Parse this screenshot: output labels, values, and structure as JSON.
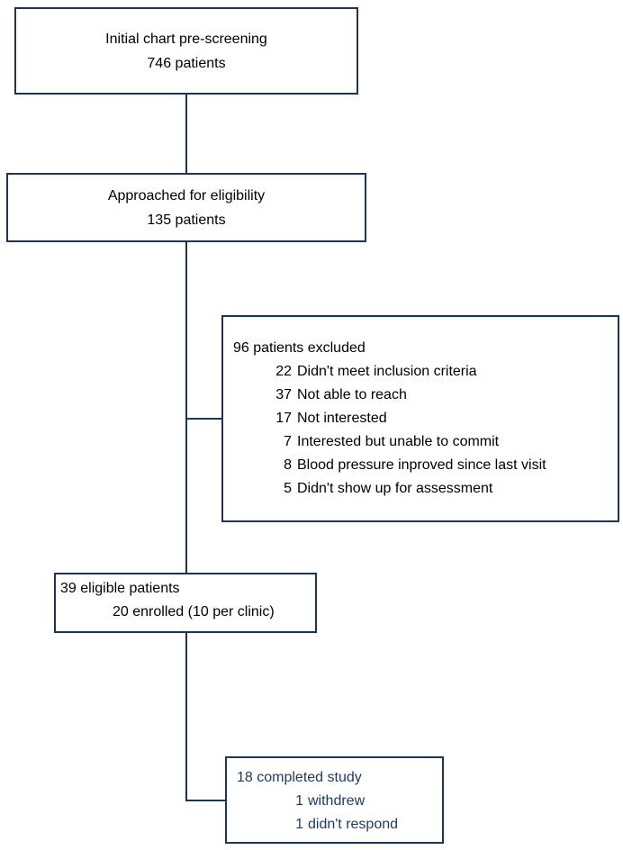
{
  "diagram": {
    "background": "#ffffff",
    "line_color": "#1e3450",
    "text_color": "#000000",
    "accent_text_color": "#1d3b5a",
    "boxes": {
      "prescreening": {
        "line1": "Initial chart pre-screening",
        "line2": "746 patients"
      },
      "approached": {
        "line1": "Approached for eligibility",
        "line2": "135 patients"
      },
      "excluded": {
        "title": "96 patients excluded",
        "items": [
          {
            "count": "22",
            "reason": "Didn't meet inclusion criteria"
          },
          {
            "count": "37",
            "reason": "Not able to reach"
          },
          {
            "count": "17",
            "reason": "Not interested"
          },
          {
            "count": "7",
            "reason": "Interested but unable to commit"
          },
          {
            "count": "8",
            "reason": "Blood pressure inproved since last visit"
          },
          {
            "count": "5",
            "reason": "Didn't show up for assessment"
          }
        ]
      },
      "eligible": {
        "title": "39 eligible patients",
        "sub": "20 enrolled (10 per clinic)"
      },
      "completed": {
        "title": "18 completed study",
        "items": [
          {
            "count": "1",
            "reason": "withdrew"
          },
          {
            "count": "1",
            "reason": "didn't respond"
          }
        ]
      }
    }
  }
}
